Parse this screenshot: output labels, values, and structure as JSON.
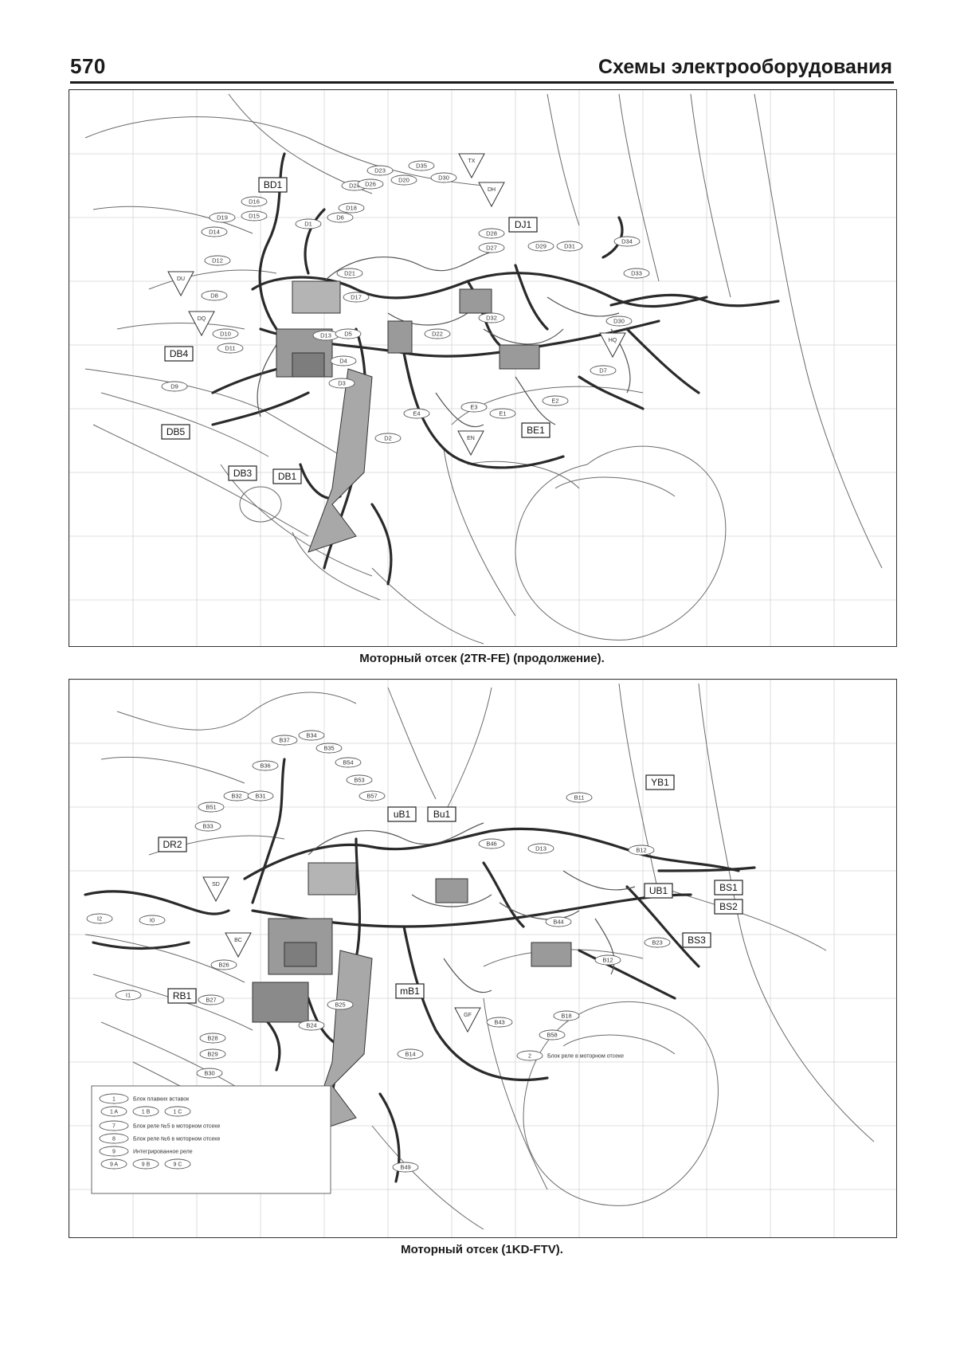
{
  "header": {
    "page_number": "570",
    "title": "Схемы электрооборудования"
  },
  "figure1": {
    "caption": "Моторный отсек (2TR-FE) (продолжение).",
    "box_labels": [
      "BD1",
      "DJ1",
      "DB4",
      "DB5",
      "DB3",
      "DB1",
      "BE1"
    ],
    "oval_labels": [
      "D23",
      "D35",
      "D20",
      "D30",
      "D28",
      "D24",
      "D16",
      "D15",
      "D19",
      "D14",
      "D12",
      "D8",
      "D6",
      "D1",
      "D18",
      "D26",
      "D27",
      "D29",
      "D31",
      "D34",
      "D33",
      "D21",
      "D17",
      "D13",
      "D5",
      "D22",
      "D32",
      "D10",
      "D11",
      "D9",
      "D4",
      "D3",
      "D2",
      "E4",
      "E1",
      "E2",
      "E3",
      "D7",
      "D30"
    ],
    "triangle_labels": [
      "TX",
      "DH",
      "DU",
      "DQ",
      "HQ",
      "EN"
    ]
  },
  "figure2": {
    "caption": "Моторный отсек (1KD-FTV).",
    "box_labels": [
      "DR2",
      "uB1",
      "Bu1",
      "YB1",
      "UB1",
      "BS1",
      "BS2",
      "BS3",
      "RB1",
      "mB1"
    ],
    "oval_labels": [
      "B37",
      "B34",
      "B35",
      "B36",
      "B54",
      "B53",
      "B51",
      "B32",
      "B31",
      "B57",
      "B33",
      "B11",
      "B46",
      "D13",
      "B12",
      "B44",
      "B23",
      "B12",
      "B26",
      "B27",
      "B25",
      "B24",
      "B28",
      "B29",
      "B30",
      "B43",
      "B58",
      "B18",
      "B14",
      "B49",
      "I2",
      "I0",
      "I1"
    ],
    "triangle_labels": [
      "SD",
      "BC",
      "GF"
    ],
    "legend": [
      {
        "key": "1",
        "text": "Блок плавких вставок",
        "subs": [
          "1 A",
          "1 B",
          "1 C"
        ]
      },
      {
        "key": "7",
        "text": "Блок реле №5 в моторном отсеке",
        "subs": []
      },
      {
        "key": "8",
        "text": "Блок реле №6 в моторном отсеке",
        "subs": []
      },
      {
        "key": "9",
        "text": "Интегрированное реле",
        "subs": [
          "9 A",
          "9 B",
          "9 C"
        ]
      }
    ],
    "relay_note": {
      "key": "2",
      "text": "Блок реле в моторном отсеке"
    }
  }
}
